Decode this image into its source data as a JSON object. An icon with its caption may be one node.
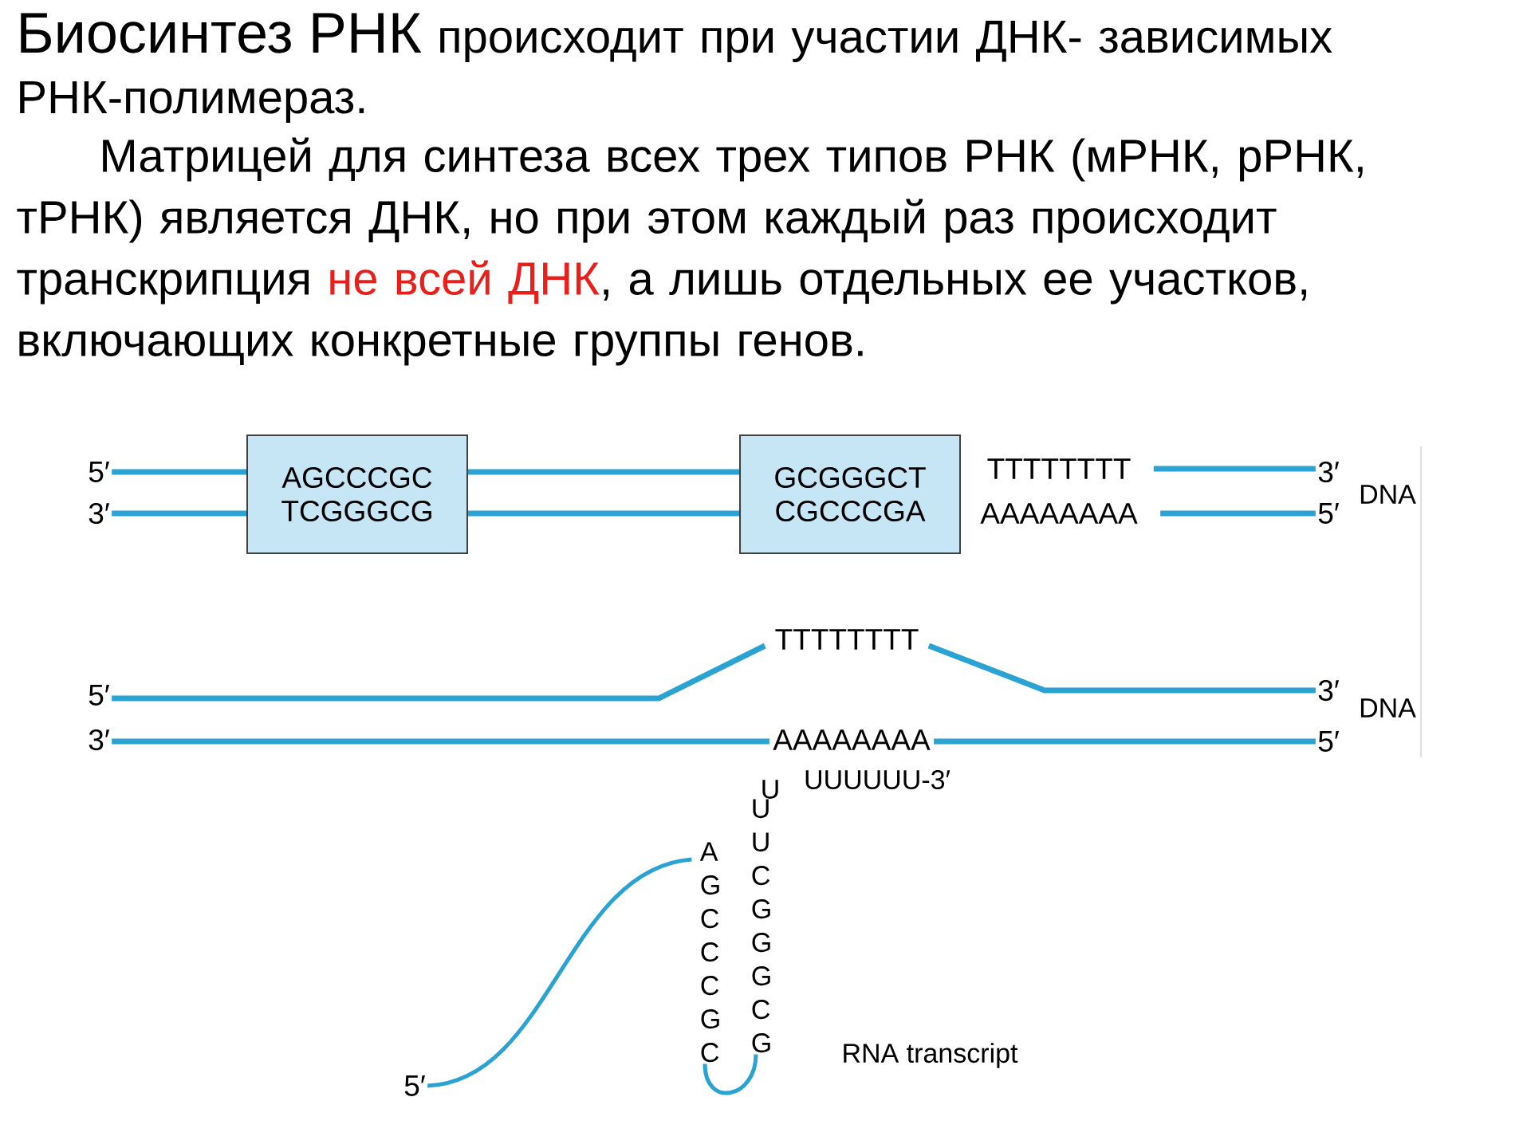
{
  "diagram": {
    "title": "Биосинтез РНК",
    "nodes": [
      {
        "text": [
          "5′"
        ]
      },
      {
        "text": [
          "3′"
        ]
      },
      {
        "text": [
          "AGCCCGC",
          "TCGGGCG"
        ]
      },
      {
        "text": [
          "GCGGGCT",
          "CGCCCGA"
        ]
      },
      {
        "text": [
          "TTTTTTTT"
        ]
      },
      {
        "text": [
          "AAAAAAAA"
        ]
      },
      {
        "text": [
          "3′"
        ]
      },
      {
        "text": [
          "5′"
        ]
      },
      {
        "text": [
          "5′"
        ]
      },
      {
        "text": [
          "3′"
        ]
      },
      {
        "text": [
          "TTTTTTTT"
        ]
      },
      {
        "text": [
          "AAAAAAAA"
        ]
      },
      {
        "text": [
          "3′"
        ]
      },
      {
        "text": [
          "5′"
        ]
      },
      {
        "text": [
          "5′"
        ]
      },
      {
        "text": [
          "A G C C C G C"
        ]
      },
      {
        "text": [
          "U U C G G G C G"
        ]
      }
    ],
    "edges": [
      {
        "from": 0,
        "to": 2,
        "arrow": "none"
      },
      {
        "from": 1,
        "to": 2,
        "arrow": "none"
      },
      {
        "from": 2,
        "to": 3,
        "arrow": "none"
      },
      {
        "from": 2,
        "to": 3,
        "arrow": "none"
      },
      {
        "from": 4,
        "to": 6,
        "arrow": "none"
      },
      {
        "from": 5,
        "to": 7,
        "arrow": "none"
      },
      {
        "from": 8,
        "to": 10,
        "arrow": "none"
      },
      {
        "from": 10,
        "to": 12,
        "arrow": "none"
      },
      {
        "from": 9,
        "to": 11,
        "arrow": "none"
      },
      {
        "from": 11,
        "to": 13,
        "arrow": "none"
      },
      {
        "from": 14,
        "to": 15,
        "arrow": "none"
      },
      {
        "from": 15,
        "to": 16,
        "arrow": "none"
      }
    ],
    "labels": [
      "происходит при участии ДНК- зависимых РНК-полимераз.",
      "Матрицей для синтеза всех трех типов РНК (мРНК, рРНК, тРНК) является ДНК, но при этом каждый раз происходит транскрипция",
      "не всей ДНК",
      ", а лишь отдельных ее участков, включающих конкретные группы генов.",
      "DNA",
      "DNA",
      "U",
      "UUUUUU-3′",
      "RNA transcript"
    ]
  }
}
